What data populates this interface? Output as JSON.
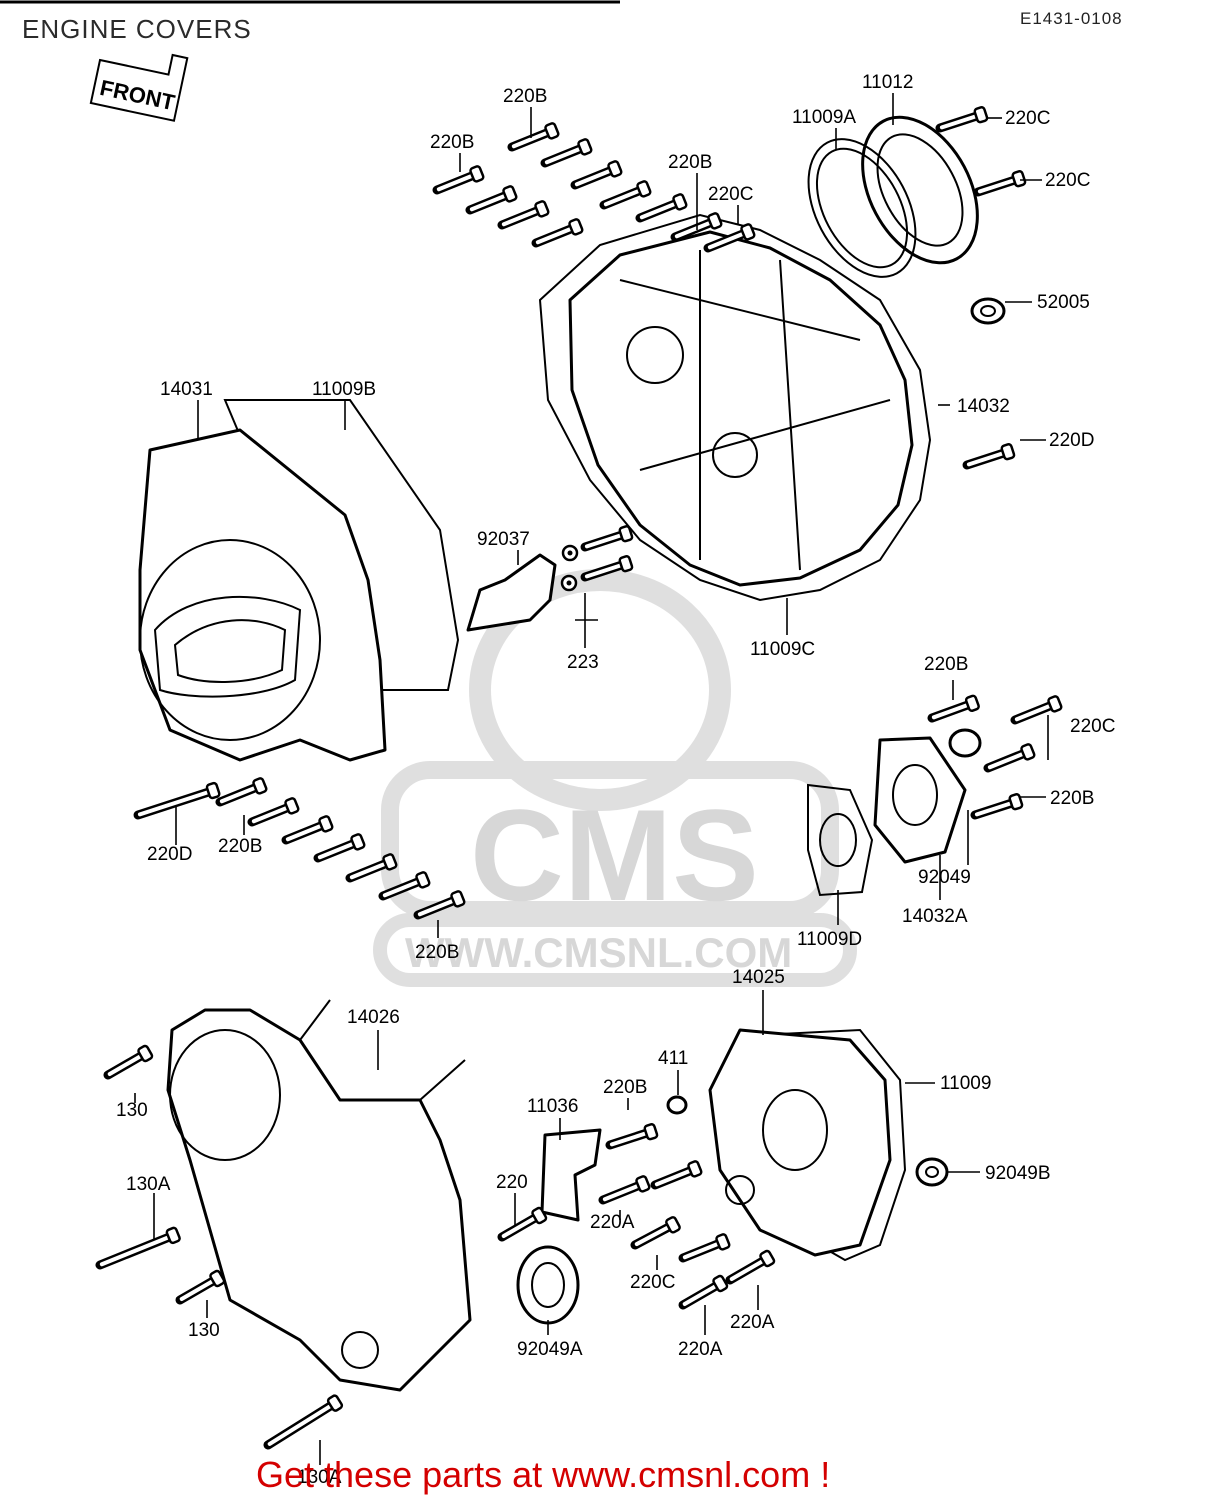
{
  "header": {
    "title": "ENGINE COVERS",
    "diagram_code": "E1431-0108",
    "front_marker": "FRONT"
  },
  "watermark": {
    "brand": "CMS",
    "url": "WWW.CMSNL.COM"
  },
  "labels": {
    "l_220b_a": "220B",
    "l_220b_b": "220B",
    "l_220b_c": "220B",
    "l_220c_a": "220C",
    "l_11012": "11012",
    "l_11009a": "11009A",
    "l_220c_b": "220C",
    "l_220c_c": "220C",
    "l_52005": "52005",
    "l_14031": "14031",
    "l_11009b": "11009B",
    "l_14032": "14032",
    "l_220d_a": "220D",
    "l_92037": "92037",
    "l_223": "223",
    "l_11009c": "11009C",
    "l_220b_d": "220B",
    "l_220c_d": "220C",
    "l_220b_e": "220B",
    "l_220d_b": "220D",
    "l_220b_f": "220B",
    "l_92049": "92049",
    "l_14032a": "14032A",
    "l_220b_g": "220B",
    "l_11009d": "11009D",
    "l_14025": "14025",
    "l_14026": "14026",
    "l_411": "411",
    "l_11009": "11009",
    "l_220b_h": "220B",
    "l_11036": "11036",
    "l_130_a": "130",
    "l_92049b": "92049B",
    "l_220": "220",
    "l_220a_a": "220A",
    "l_130a_a": "130A",
    "l_220c_e": "220C",
    "l_220a_b": "220A",
    "l_130_b": "130",
    "l_92049a": "92049A",
    "l_220a_c": "220A",
    "l_130a_b": "130A"
  },
  "footer": {
    "promo": "Get these parts at www.cmsnl.com !"
  }
}
